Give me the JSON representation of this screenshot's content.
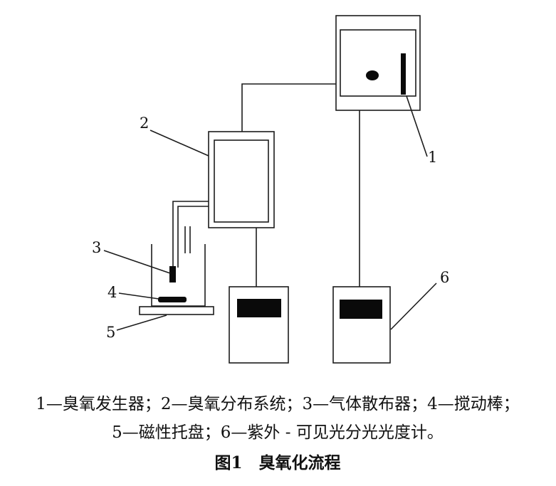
{
  "figure": {
    "caption": "图1　臭氧化流程",
    "legend": {
      "line1": "1—臭氧发生器；2—臭氧分布系统；3—气体散布器；4—搅动棒；",
      "line2": "5—磁性托盘；6—紫外 - 可见光分光光度计。"
    },
    "labels": {
      "n1": "1",
      "n2": "2",
      "n3": "3",
      "n4": "4",
      "n5": "5",
      "n6": "6"
    },
    "components": {
      "n1": "臭氧发生器",
      "n2": "臭氧分布系统",
      "n3": "气体散布器",
      "n4": "搅动棒",
      "n5": "磁性托盘",
      "n6": "紫外 - 可见光分光光度计"
    },
    "colors": {
      "line": "#1c1c1c",
      "ink": "#0a0a0a",
      "background": "#ffffff"
    }
  }
}
